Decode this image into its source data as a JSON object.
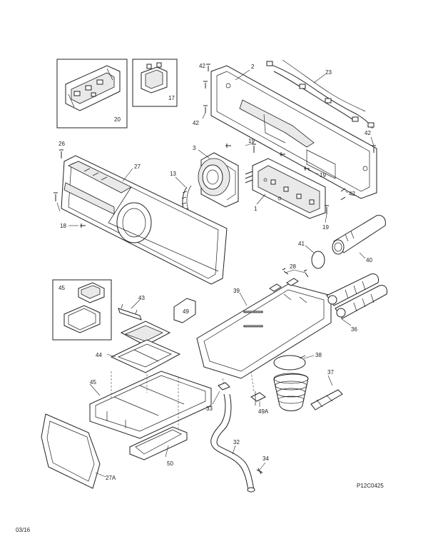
{
  "diagram_code": "P12C0425",
  "date": "03/16",
  "callouts": {
    "c1": "1",
    "c2": "2",
    "c3": "3",
    "c13": "13",
    "c17": "17",
    "c18": "18",
    "c19a": "19",
    "c19b": "19",
    "c19c": "19",
    "c20": "20",
    "c23": "23",
    "c26": "26",
    "c27": "27",
    "c27a": "27A",
    "c28": "28",
    "c32": "32",
    "c33": "33",
    "c34": "34",
    "c36": "36",
    "c37": "37",
    "c38": "38",
    "c39": "39",
    "c40": "40",
    "c41": "41",
    "c42a": "42",
    "c42b": "42",
    "c42c": "42",
    "c42d": "42",
    "c43": "43",
    "c44": "44",
    "c45a": "45",
    "c45b": "45",
    "c49": "49",
    "c49a": "49A",
    "c50": "50"
  }
}
